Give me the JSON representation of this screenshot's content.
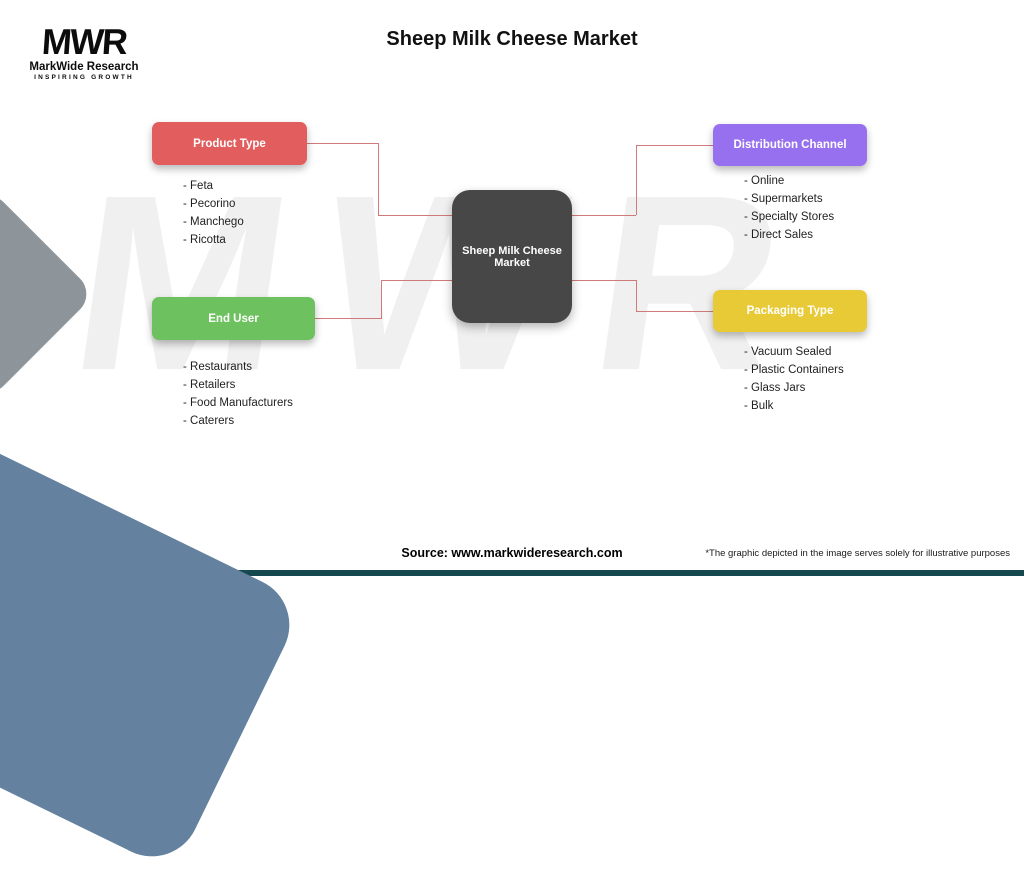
{
  "title": "Sheep Milk Cheese Market",
  "logo": {
    "monogram": "MWR",
    "name": "MarkWide Research",
    "tagline": "INSPIRING GROWTH"
  },
  "watermark": "MWR",
  "center": {
    "label": "Sheep Milk Cheese Market",
    "color": "#474747"
  },
  "connector_color": "#cf7b7b",
  "segments": [
    {
      "id": "product-type",
      "label": "Product Type",
      "color": "#e25d5d",
      "items": [
        "- Feta",
        "- Pecorino",
        "- Manchego",
        "- Ricotta"
      ]
    },
    {
      "id": "distribution-channel",
      "label": "Distribution Channel",
      "color": "#9670ee",
      "items": [
        "- Online",
        "- Supermarkets",
        "- Specialty Stores",
        "- Direct Sales"
      ]
    },
    {
      "id": "end-user",
      "label": "End User",
      "color": "#6dc25f",
      "items": [
        "- Restaurants",
        "- Retailers",
        "- Food Manufacturers",
        "- Caterers"
      ]
    },
    {
      "id": "packaging-type",
      "label": "Packaging Type",
      "color": "#e8ca37",
      "items": [
        "- Vacuum Sealed",
        "- Plastic Containers",
        "- Glass Jars",
        "- Bulk"
      ]
    }
  ],
  "footer": {
    "source": "Source: www.markwideresearch.com",
    "disclaimer": "*The graphic depicted in the image serves solely for illustrative purposes"
  }
}
